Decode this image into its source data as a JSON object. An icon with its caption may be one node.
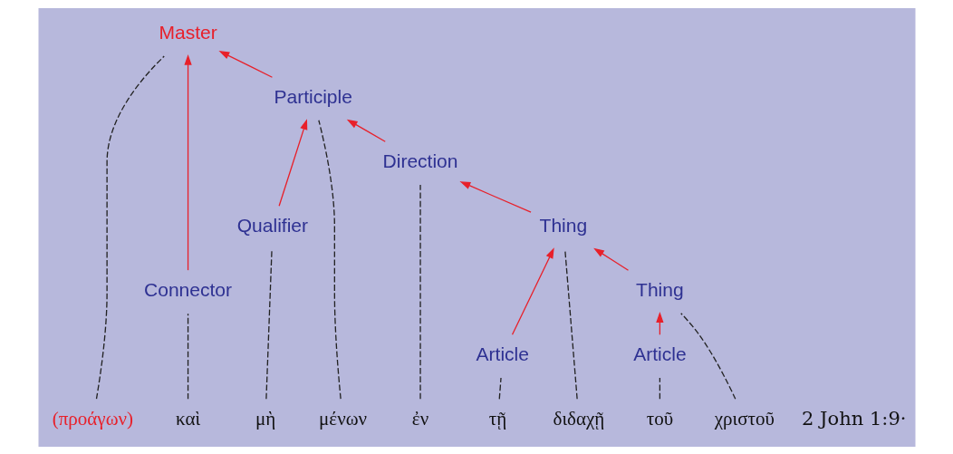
{
  "diagram": {
    "nodes": [
      {
        "text": [
          "Master"
        ]
      },
      {
        "text": [
          "Connector"
        ]
      },
      {
        "text": [
          "Participle"
        ]
      },
      {
        "text": [
          "Qualifier"
        ]
      },
      {
        "text": [
          "Direction"
        ]
      },
      {
        "text": [
          "Thing"
        ]
      },
      {
        "text": [
          "Article"
        ]
      },
      {
        "text": [
          "Thing"
        ]
      },
      {
        "text": [
          "Article"
        ]
      },
      {
        "text": [
          "(προάγων)"
        ]
      },
      {
        "text": [
          "καὶ"
        ]
      },
      {
        "text": [
          "μὴ"
        ]
      },
      {
        "text": [
          "μένων"
        ]
      },
      {
        "text": [
          "ἐν"
        ]
      },
      {
        "text": [
          "τῇ"
        ]
      },
      {
        "text": [
          "διδαχῇ"
        ]
      },
      {
        "text": [
          "τοῦ"
        ]
      },
      {
        "text": [
          "χριστοῦ"
        ]
      }
    ],
    "edges": [
      {
        "from": 1,
        "to": 0,
        "arrow": "to",
        "color": "#e8202a"
      },
      {
        "from": 2,
        "to": 0,
        "arrow": "to",
        "color": "#e8202a"
      },
      {
        "from": 3,
        "to": 2,
        "arrow": "to",
        "color": "#e8202a"
      },
      {
        "from": 4,
        "to": 2,
        "arrow": "to",
        "color": "#e8202a"
      },
      {
        "from": 5,
        "to": 4,
        "arrow": "to",
        "color": "#e8202a"
      },
      {
        "from": 6,
        "to": 5,
        "arrow": "to",
        "color": "#e8202a"
      },
      {
        "from": 7,
        "to": 5,
        "arrow": "to",
        "color": "#e8202a"
      },
      {
        "from": 8,
        "to": 7,
        "arrow": "to",
        "color": "#e8202a"
      },
      {
        "from": 9,
        "to": 0,
        "arrow": "none",
        "style": "dashed"
      },
      {
        "from": 10,
        "to": 1,
        "arrow": "none",
        "style": "dashed"
      },
      {
        "from": 11,
        "to": 3,
        "arrow": "none",
        "style": "dashed"
      },
      {
        "from": 12,
        "to": 2,
        "arrow": "none",
        "style": "dashed"
      },
      {
        "from": 13,
        "to": 4,
        "arrow": "none",
        "style": "dashed"
      },
      {
        "from": 14,
        "to": 6,
        "arrow": "none",
        "style": "dashed"
      },
      {
        "from": 15,
        "to": 5,
        "arrow": "none",
        "style": "dashed"
      },
      {
        "from": 16,
        "to": 8,
        "arrow": "none",
        "style": "dashed"
      },
      {
        "from": 17,
        "to": 7,
        "arrow": "none",
        "style": "dashed"
      }
    ],
    "labels": [
      "2 John 1:9·"
    ]
  }
}
